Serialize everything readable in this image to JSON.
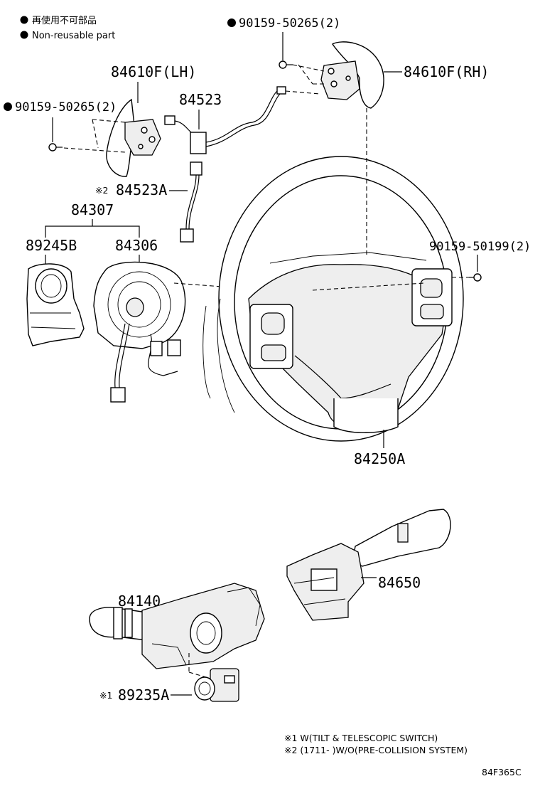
{
  "legend": {
    "line1_jp": "再使用不可部品",
    "line2_en": "Non-reusable part"
  },
  "parts": {
    "bolt_top": "90159-50265(2)",
    "paddle_rh": "84610F(RH)",
    "paddle_lh": "84610F(LH)",
    "bolt_left": "90159-50265(2)",
    "connector": "84523",
    "connector_a": "84523A",
    "connector_a_prefix": "※2",
    "spiral_assy": "84307",
    "sensor": "89245B",
    "spiral_cable": "84306",
    "bolt_right": "90159-50199(2)",
    "wheel": "84250A",
    "turn_switch": "84140",
    "wiper_switch": "84650",
    "tilt_switch": "89235A",
    "tilt_switch_prefix": "※1"
  },
  "notes": {
    "n1": "※1 W(TILT & TELESCOPIC SWITCH)",
    "n2": "※2 (1711-    )W/O(PRE-COLLISION SYSTEM)"
  },
  "figure_code": "84F365C"
}
